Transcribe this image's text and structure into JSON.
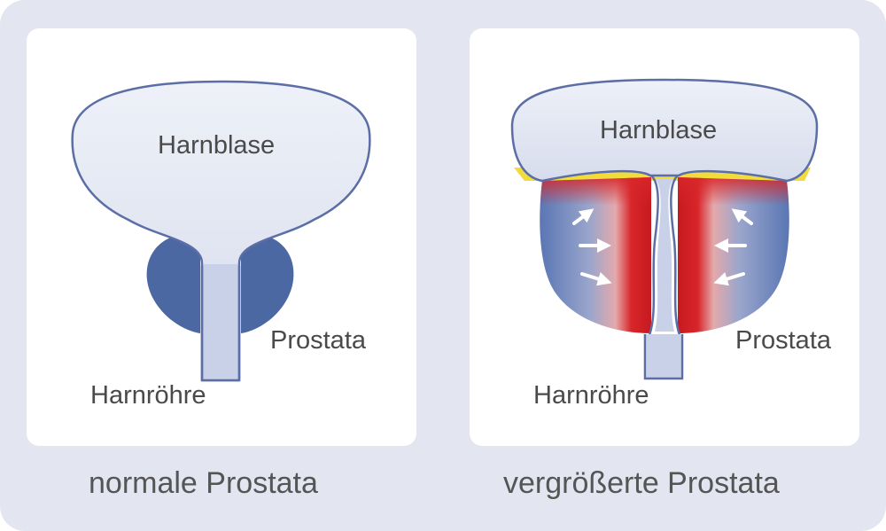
{
  "panels": [
    {
      "caption": "normale Prostata",
      "labels": {
        "bladder": "Harnblase",
        "prostate": "Prostata",
        "urethra": "Harnröhre"
      }
    },
    {
      "caption": "vergrößerte Prostata",
      "labels": {
        "bladder": "Harnblase",
        "prostate": "Prostata",
        "urethra": "Harnröhre"
      }
    }
  ],
  "colors": {
    "background": "#e3e6f0",
    "panel": "#ffffff",
    "outline": "#5b6ea6",
    "bladder_fill": "#e4e8f3",
    "prostate_normal": "#4b68a3",
    "prostate_enlarged": "#5a76b4",
    "inflammation": "#d8262a",
    "fluid": "#f2dc3c",
    "urethra_fill": "#c9d1e8"
  },
  "icons": [
    "pressure-arrow-icon"
  ]
}
